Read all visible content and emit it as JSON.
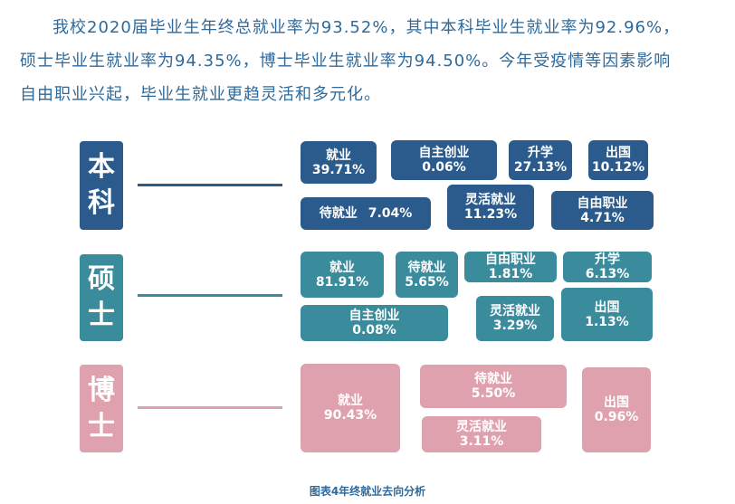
{
  "intro": {
    "line1": "我校2020届毕业生年终总就业率为93.52%，其中本科毕业生就业率为92.96%，",
    "line2": "硕士毕业生就业率为94.35%，博士毕业生就业率为94.50%。今年受疫情等因素影响",
    "line3": "自由职业兴起，毕业生就业更趋灵活和多元化。"
  },
  "colors": {
    "bachelor": "#2b5b8c",
    "master": "#3a8b9c",
    "doctor": "#e0a1ae",
    "text": "#2f6a9a"
  },
  "groups": {
    "bachelor": {
      "char1": "本",
      "char2": "科",
      "items": [
        {
          "name": "就业",
          "value": "39.71%"
        },
        {
          "name": "自主创业",
          "value": "0.06%"
        },
        {
          "name": "升学",
          "value": "27.13%"
        },
        {
          "name": "出国",
          "value": "10.12%"
        },
        {
          "name": "待就业",
          "value": "7.04%"
        },
        {
          "name": "灵活就业",
          "value": "11.23%"
        },
        {
          "name": "自由职业",
          "value": "4.71%"
        }
      ]
    },
    "master": {
      "char1": "硕",
      "char2": "士",
      "items": [
        {
          "name": "就业",
          "value": "81.91%"
        },
        {
          "name": "待就业",
          "value": "5.65%"
        },
        {
          "name": "自由职业",
          "value": "1.81%"
        },
        {
          "name": "升学",
          "value": "6.13%"
        },
        {
          "name": "自主创业",
          "value": "0.08%"
        },
        {
          "name": "灵活就业",
          "value": "3.29%"
        },
        {
          "name": "出国",
          "value": "1.13%"
        }
      ]
    },
    "doctor": {
      "char1": "博",
      "char2": "士",
      "items": [
        {
          "name": "就业",
          "value": "90.43%"
        },
        {
          "name": "待就业",
          "value": "5.50%"
        },
        {
          "name": "灵活就业",
          "value": "3.11%"
        },
        {
          "name": "出国",
          "value": "0.96%"
        }
      ]
    }
  },
  "caption": "图表4年终就业去向分析"
}
